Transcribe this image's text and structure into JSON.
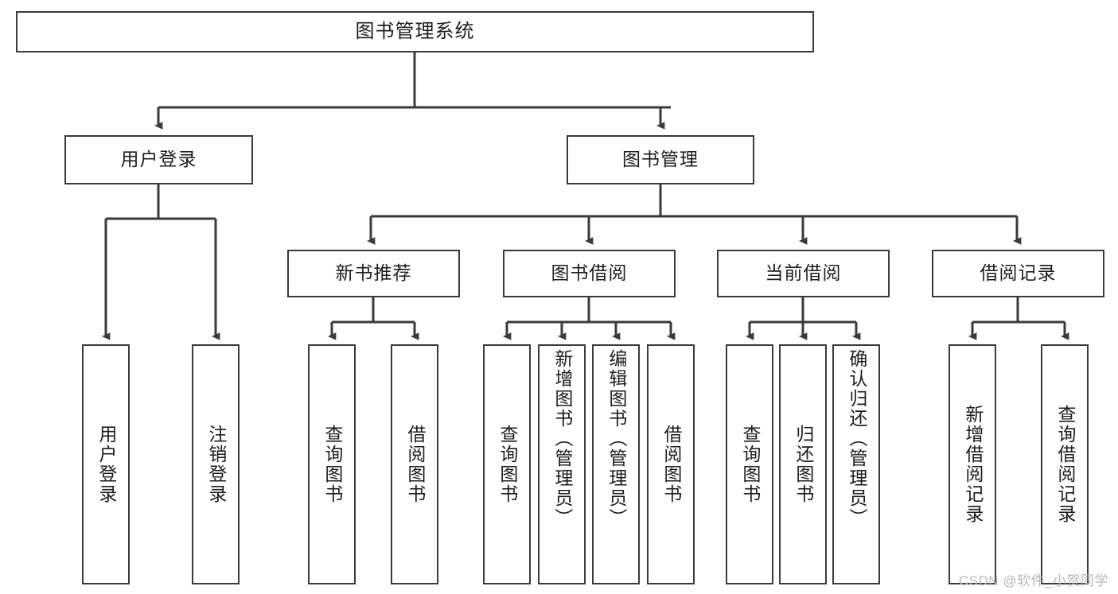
{
  "diagram": {
    "type": "tree",
    "title": "图书管理系统",
    "root": {
      "label": "图书管理系统"
    },
    "level2": [
      {
        "id": "user-login",
        "label": "用户登录"
      },
      {
        "id": "book-manage",
        "label": "图书管理"
      }
    ],
    "level3": [
      {
        "id": "new-book-recommend",
        "label": "新书推荐"
      },
      {
        "id": "book-borrow",
        "label": "图书借阅"
      },
      {
        "id": "current-borrow",
        "label": "当前借阅"
      },
      {
        "id": "borrow-record",
        "label": "借阅记录"
      }
    ],
    "leaves": {
      "user_login": [
        {
          "id": "leaf-user-login",
          "label": "用户登录"
        },
        {
          "id": "leaf-logout-login",
          "label": "注销登录"
        }
      ],
      "new_book_recommend": [
        {
          "id": "leaf-query-book-1",
          "label": "查询图书"
        },
        {
          "id": "leaf-borrow-book-1",
          "label": "借阅图书"
        }
      ],
      "book_borrow": [
        {
          "id": "leaf-query-book-2",
          "label": "查询图书"
        },
        {
          "id": "leaf-add-book",
          "label": "新增图书（管理员）"
        },
        {
          "id": "leaf-edit-book",
          "label": "编辑图书（管理员）"
        },
        {
          "id": "leaf-borrow-book-2",
          "label": "借阅图书"
        }
      ],
      "current_borrow": [
        {
          "id": "leaf-query-book-3",
          "label": "查询图书"
        },
        {
          "id": "leaf-return-book",
          "label": "归还图书"
        },
        {
          "id": "leaf-confirm-return",
          "label": "确认归还（管理员）"
        }
      ],
      "borrow_record": [
        {
          "id": "leaf-add-borrow-record",
          "label": "新增借阅记录"
        },
        {
          "id": "leaf-query-borrow-record",
          "label": "查询借阅记录"
        }
      ]
    }
  },
  "watermark": {
    "text": "CSDN @软件_小贺同学"
  },
  "colors": {
    "stroke": "#3a3a3a",
    "box_fill": "#ffffff",
    "text": "#1d1d1d",
    "watermark": "#b9b9b9",
    "background": "#ffffff"
  }
}
